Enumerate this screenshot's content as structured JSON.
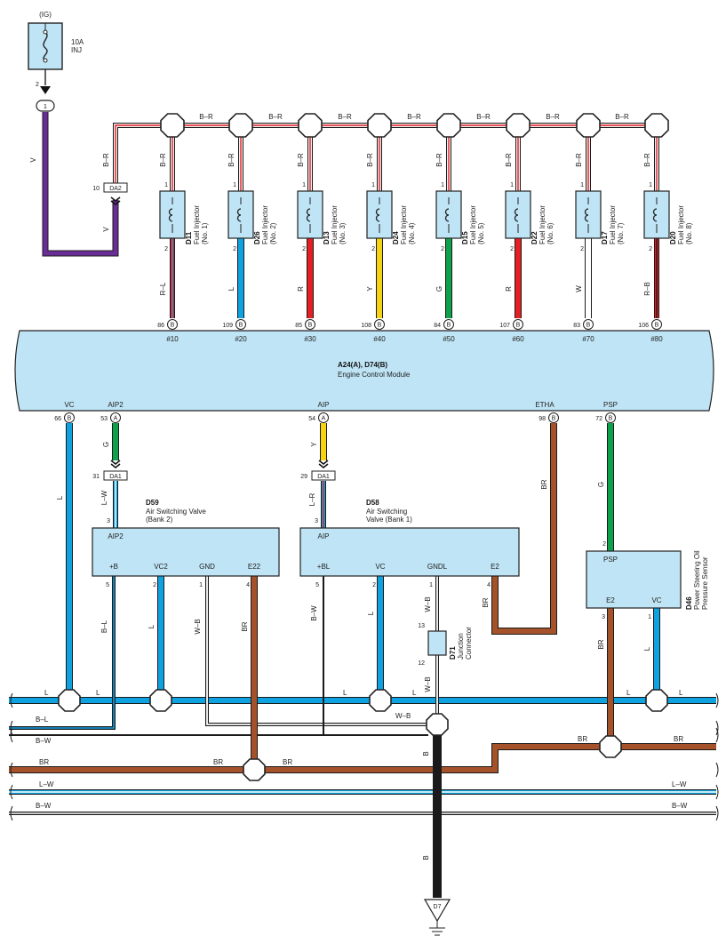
{
  "colors": {
    "violet": "#6a2d96",
    "red": "#e51e24",
    "blue": "#0ea2e0",
    "yellow": "#f6d415",
    "green": "#0ea14b",
    "brown": "#a5522b",
    "black": "#1a1a1a",
    "component_fill": "#bfe4f5"
  },
  "power": {
    "ig_label": "(IG)",
    "fuse_rating": "10A",
    "fuse_name": "INJ",
    "pin": "2",
    "junction": "1"
  },
  "ig_wire": {
    "color_code": "V"
  },
  "bus_top": {
    "color_code": "B–R"
  },
  "connector_da2": {
    "pin": "10",
    "label": "DA2"
  },
  "injectors": [
    {
      "code": "D11",
      "name": "Fuel Injector",
      "num": "(No. 1)",
      "upper_wire": "B–R",
      "pin1": "1",
      "pin2": "2",
      "wire": "R–L",
      "ecm_pin": "86",
      "ecm_conn": "B",
      "ecm_terminal": "#10"
    },
    {
      "code": "D26",
      "name": "Fuel Injector",
      "num": "(No. 2)",
      "upper_wire": "B–R",
      "pin1": "1",
      "pin2": "2",
      "wire": "L",
      "ecm_pin": "109",
      "ecm_conn": "B",
      "ecm_terminal": "#20"
    },
    {
      "code": "D13",
      "name": "Fuel Injector",
      "num": "(No. 3)",
      "upper_wire": "B–R",
      "pin1": "1",
      "pin2": "2",
      "wire": "R",
      "ecm_pin": "85",
      "ecm_conn": "B",
      "ecm_terminal": "#30"
    },
    {
      "code": "D24",
      "name": "Fuel Injector",
      "num": "(No. 4)",
      "upper_wire": "B–R",
      "pin1": "1",
      "pin2": "2",
      "wire": "Y",
      "ecm_pin": "108",
      "ecm_conn": "B",
      "ecm_terminal": "#40"
    },
    {
      "code": "D15",
      "name": "Fuel Injector",
      "num": "(No. 5)",
      "upper_wire": "B–R",
      "pin1": "1",
      "pin2": "2",
      "wire": "G",
      "ecm_pin": "84",
      "ecm_conn": "B",
      "ecm_terminal": "#50"
    },
    {
      "code": "D22",
      "name": "Fuel Injector",
      "num": "(No. 6)",
      "upper_wire": "B–R",
      "pin1": "1",
      "pin2": "2",
      "wire": "R",
      "ecm_pin": "107",
      "ecm_conn": "B",
      "ecm_terminal": "#60"
    },
    {
      "code": "D17",
      "name": "Fuel Injector",
      "num": "(No. 7)",
      "upper_wire": "B–R",
      "pin1": "1",
      "pin2": "2",
      "wire": "W",
      "ecm_pin": "83",
      "ecm_conn": "B",
      "ecm_terminal": "#70"
    },
    {
      "code": "D20",
      "name": "Fuel Injector",
      "num": "(No. 8)",
      "upper_wire": "B–R",
      "pin1": "1",
      "pin2": "2",
      "wire": "R–B",
      "ecm_pin": "106",
      "ecm_conn": "B",
      "ecm_terminal": "#80"
    }
  ],
  "ecm": {
    "title": "A24(A), D74(B)",
    "name": "Engine Control Module"
  },
  "ecm_bottom": [
    {
      "label": "VC",
      "pin": "66",
      "conn": "B"
    },
    {
      "label": "AIP2",
      "pin": "53",
      "conn": "A"
    },
    {
      "label": "AIP",
      "pin": "54",
      "conn": "A"
    },
    {
      "label": "ETHA",
      "pin": "98",
      "conn": "B"
    },
    {
      "label": "PSP",
      "pin": "72",
      "conn": "B"
    }
  ],
  "wires_mid": {
    "aip2": "G",
    "aip": "Y",
    "etha": "BR",
    "psp": "G",
    "vc": "L"
  },
  "connector_da1_left": {
    "pin": "31",
    "label": "DA1"
  },
  "connector_da1_right": {
    "pin": "29",
    "label": "DA1"
  },
  "valve_bank2": {
    "code": "D59",
    "name": "Air Switching Valve",
    "sub": "(Bank 2)",
    "in_wire": "L–W",
    "in_pin": "3",
    "top_label": "AIP2",
    "terminals": [
      {
        "label": "+B",
        "pin": "5",
        "wire": "B–L"
      },
      {
        "label": "VC2",
        "pin": "2",
        "wire": "L"
      },
      {
        "label": "GND",
        "pin": "1",
        "wire": "W–B"
      },
      {
        "label": "E22",
        "pin": "4",
        "wire": "BR"
      }
    ]
  },
  "valve_bank1": {
    "code": "D58",
    "name": "Air Switching",
    "sub": "Valve (Bank 1)",
    "in_wire": "L–R",
    "in_pin": "3",
    "top_label": "AIP",
    "terminals": [
      {
        "label": "+BL",
        "pin": "5",
        "wire": "B–W"
      },
      {
        "label": "VC",
        "pin": "2",
        "wire": "L"
      },
      {
        "label": "GNDL",
        "pin": "1",
        "wire": "W–B"
      },
      {
        "label": "E2",
        "pin": "4",
        "wire": "BR"
      }
    ]
  },
  "junction_connector": {
    "code": "D71",
    "name": "Junction",
    "sub": "Connector",
    "pin_top": "13",
    "pin_bottom": "12",
    "wire_top": "W–B",
    "wire_bottom": "W–B"
  },
  "ps_sensor": {
    "code": "D46",
    "name": "Power Steering Oil",
    "sub": "Pressure Sensor",
    "top_label": "PSP",
    "in_pin": "2",
    "terminals": [
      {
        "label": "E2",
        "pin": "3",
        "wire": "BR"
      },
      {
        "label": "VC",
        "pin": "1",
        "wire": "L"
      }
    ]
  },
  "buses": {
    "l": {
      "left": "L",
      "mid1": "L",
      "mid2": "L",
      "mid3": "L",
      "right1": "L",
      "right2": "L"
    },
    "bl": {
      "left": "B–L"
    },
    "wb": {
      "label": "W–B"
    },
    "bw1": {
      "left": "B–W"
    },
    "br": {
      "left": "BR",
      "mid1": "BR",
      "mid2": "BR",
      "right1": "BR",
      "right2": "BR"
    },
    "lw": {
      "left": "L–W",
      "right": "L–W"
    },
    "bw2": {
      "left": "B–W",
      "right": "B–W"
    }
  },
  "ground": {
    "wire_upper": "B",
    "wire_lower": "B",
    "label": "D7"
  }
}
